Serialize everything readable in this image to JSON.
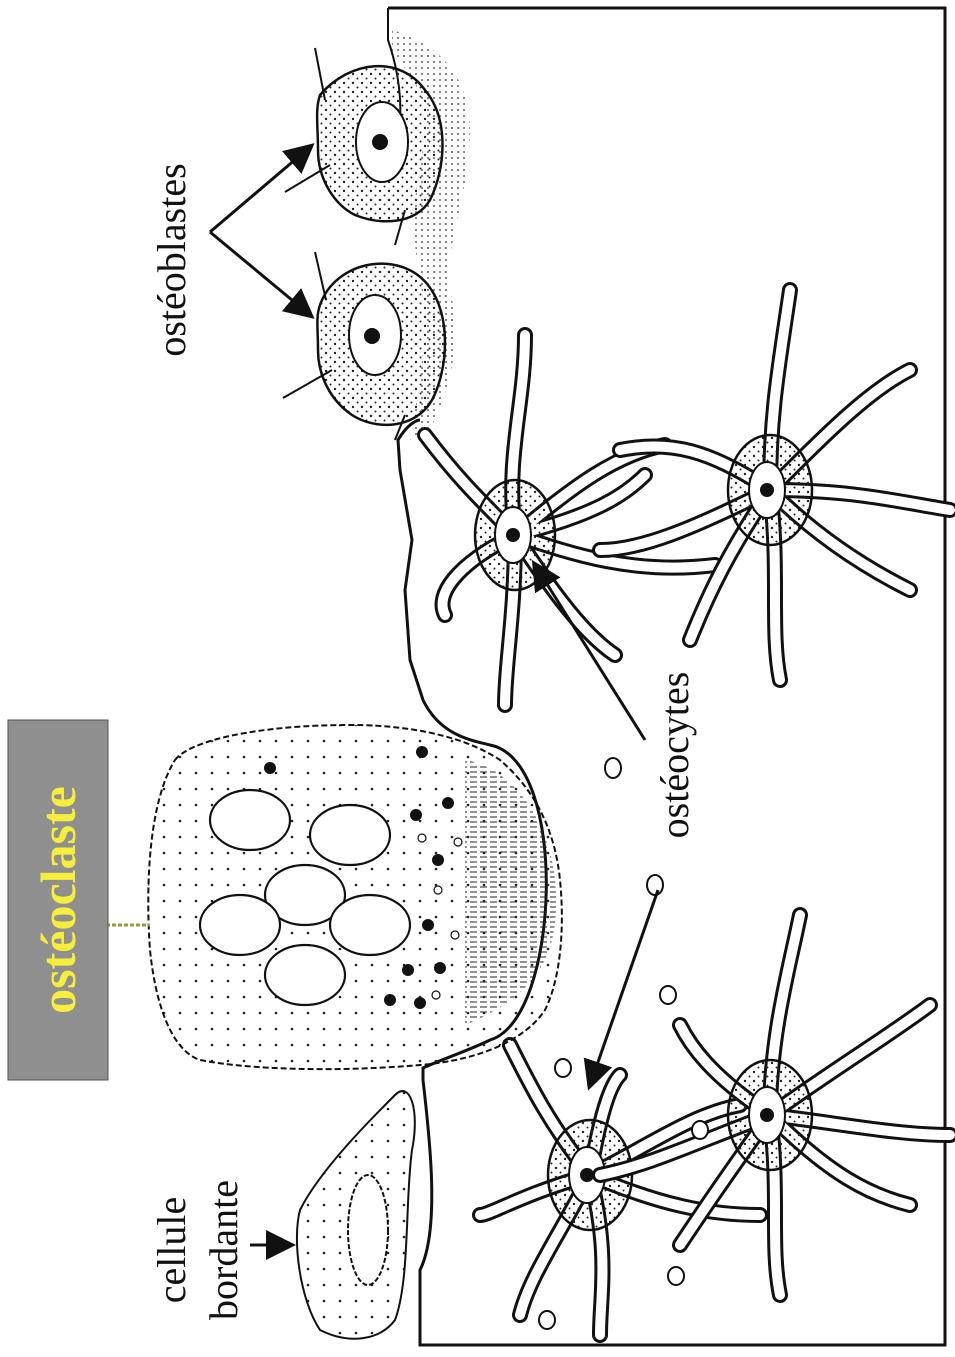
{
  "labels": {
    "osteoblastes": "ostéoblastes",
    "osteocytes": "ostéocytes",
    "osteoclaste": "ostéoclaste",
    "cellule_line1": "cellule",
    "cellule_line2": "bordante"
  },
  "colors": {
    "osteoclaste_box": "#8f8f8f",
    "osteoclaste_text": "#f5ee3a",
    "osteoclaste_arrow": "#9a9a3a",
    "ink": "#111111"
  },
  "icons": [
    "nucleus-icon",
    "arrow-icon"
  ]
}
